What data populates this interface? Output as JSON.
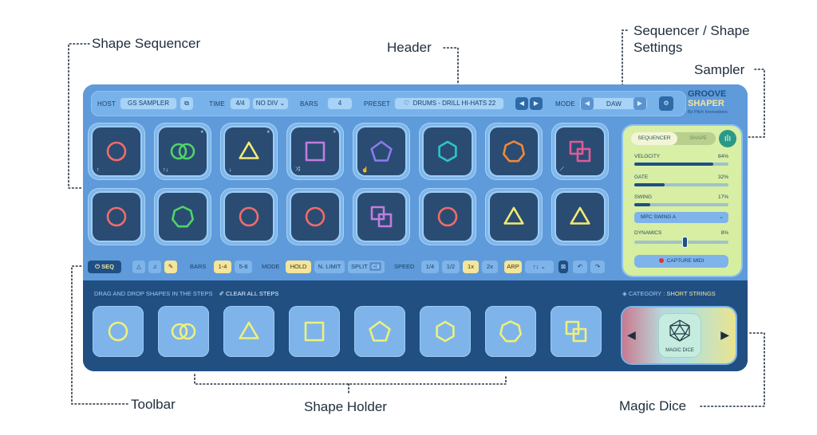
{
  "callouts": {
    "shape_sequencer": "Shape Sequencer",
    "header": "Header",
    "seq_shape_settings_line1": "Sequencer / Shape",
    "seq_shape_settings_line2": "Settings",
    "sampler": "Sampler",
    "toolbar": "Toolbar",
    "shape_holder": "Shape Holder",
    "magic_dice": "Magic Dice"
  },
  "header": {
    "host_label": "HOST",
    "host_value": "GS SAMPLER",
    "time_label": "TIME",
    "time_sig": "4/4",
    "time_div": "NO DIV",
    "bars_label": "BARS",
    "bars_value": "4",
    "preset_label": "PRESET",
    "preset_value": "DRUMS - DRILL HI-HATS 22",
    "mode_label": "MODE",
    "mode_value": "DAW"
  },
  "logo": {
    "line1": "GROOVE",
    "line2": "SHAPER",
    "byline": "By Pitch Innovations"
  },
  "settings": {
    "tab_sequencer": "SEQUENCER",
    "tab_shape": "SHAPE",
    "velocity_label": "VELOCITY",
    "velocity_value": "84%",
    "velocity": 0.84,
    "gate_label": "GATE",
    "gate_value": "32%",
    "gate": 0.32,
    "swing_label": "SWING",
    "swing_value": "17%",
    "swing": 0.17,
    "swing_type": "MPC SWING A",
    "dynamics_label": "DYNAMICS",
    "dynamics_value": "8%",
    "dynamics": 0.08,
    "capture_label": "CAPTURE MIDI"
  },
  "toolbar": {
    "seq_label": "SEQ",
    "bars_label": "BARS",
    "bars_opt1": "1-4",
    "bars_opt2": "5-8",
    "mode_label": "MODE",
    "mode_hold": "HOLD",
    "mode_nlimit": "N. LIMIT",
    "split_label": "SPLIT",
    "split_value": "C3",
    "speed_label": "SPEED",
    "speed_1_4": "1/4",
    "speed_1_2": "1/2",
    "speed_1x": "1x",
    "speed_2x": "2x",
    "arp_label": "ARP",
    "arp_dir": "↑↓"
  },
  "shape_holder": {
    "instructions": "DRAG AND DROP SHAPES IN THE STEPS",
    "clear_label": "CLEAR ALL STEPS",
    "category_label": "CATEGORY :",
    "category_value": "SHORT STRINGS"
  },
  "dice": {
    "label": "MAGIC DICE"
  },
  "steps": [
    {
      "shape": "circle",
      "color": "#f26b6b",
      "sub": "↑"
    },
    {
      "shape": "double-circle",
      "color": "#52d36a",
      "sub": "↑↓",
      "mark": "*"
    },
    {
      "shape": "triangle",
      "color": "#f3ea74",
      "sub": "↓",
      "mark": "*"
    },
    {
      "shape": "square",
      "color": "#c47be0",
      "sub": "⤨",
      "mark": "*"
    },
    {
      "shape": "pentagon",
      "color": "#8b7cf0",
      "sub": "☝"
    },
    {
      "shape": "hexagon",
      "color": "#2ec4c9",
      "sub": ""
    },
    {
      "shape": "heptagon",
      "color": "#f2873a",
      "sub": ""
    },
    {
      "shape": "double-square",
      "color": "#e05a9a",
      "sub": "⟋"
    },
    {
      "shape": "circle",
      "color": "#f26b6b",
      "sub": ""
    },
    {
      "shape": "heptagon",
      "color": "#52d36a",
      "sub": ""
    },
    {
      "shape": "circle",
      "color": "#f26b6b",
      "sub": ""
    },
    {
      "shape": "circle",
      "color": "#f26b6b",
      "sub": ""
    },
    {
      "shape": "double-square",
      "color": "#c47be0",
      "sub": ""
    },
    {
      "shape": "circle",
      "color": "#f26b6b",
      "sub": ""
    },
    {
      "shape": "triangle",
      "color": "#f3ea74",
      "sub": ""
    },
    {
      "shape": "triangle",
      "color": "#f3ea74",
      "sub": ""
    }
  ],
  "holder_shapes": [
    "circle",
    "double-circle",
    "triangle",
    "square",
    "pentagon",
    "hexagon",
    "heptagon",
    "double-square"
  ],
  "colors": {
    "holder_stroke": "#eef07a",
    "panel": "#5f9bda",
    "dark": "#214f82",
    "accent_yellow": "#f4e59a"
  }
}
